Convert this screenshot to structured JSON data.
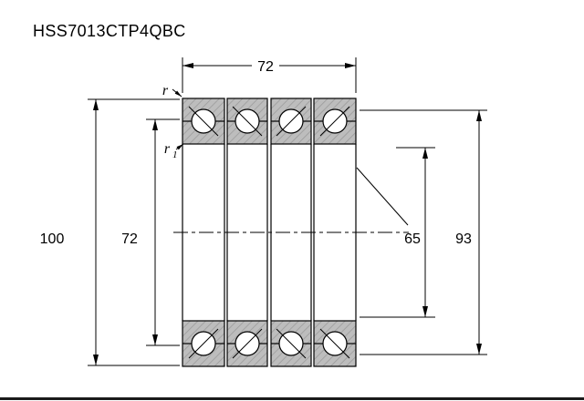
{
  "title": "HSS7013CTP4QBC",
  "labels": {
    "r": "r",
    "r1_base": "r",
    "r1_sub": "1"
  },
  "dimensions": {
    "total_width": "72",
    "outer_diameter": "100",
    "inner_width": "72",
    "bore_diameter": "65",
    "shoulder_diameter": "93"
  },
  "colors": {
    "line": "#000000",
    "ring_fill": "#bdbdbd",
    "hatch_line": "#9b9b9b",
    "background": "#ffffff"
  }
}
